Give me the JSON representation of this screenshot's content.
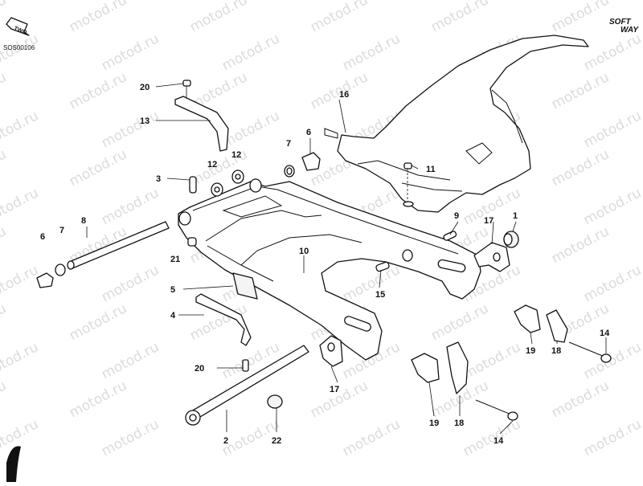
{
  "header": {
    "code": "SOS00106",
    "badge": "TWO"
  },
  "brand": {
    "line1": "SOFT",
    "line2": "WAY"
  },
  "watermark": {
    "text": "motod.ru"
  },
  "callouts": [
    {
      "id": "c20a",
      "num": "20"
    },
    {
      "id": "c13",
      "num": "13"
    },
    {
      "id": "c12a",
      "num": "12"
    },
    {
      "id": "c12b",
      "num": "12"
    },
    {
      "id": "c3",
      "num": "3"
    },
    {
      "id": "c16",
      "num": "16"
    },
    {
      "id": "c6a",
      "num": "6"
    },
    {
      "id": "c7a",
      "num": "7"
    },
    {
      "id": "c11",
      "num": "11"
    },
    {
      "id": "c9",
      "num": "9"
    },
    {
      "id": "c17a",
      "num": "17"
    },
    {
      "id": "c1",
      "num": "1"
    },
    {
      "id": "c6b",
      "num": "6"
    },
    {
      "id": "c7b",
      "num": "7"
    },
    {
      "id": "c8",
      "num": "8"
    },
    {
      "id": "c21",
      "num": "21"
    },
    {
      "id": "c10",
      "num": "10"
    },
    {
      "id": "c15",
      "num": "15"
    },
    {
      "id": "c5",
      "num": "5"
    },
    {
      "id": "c4",
      "num": "4"
    },
    {
      "id": "c20b",
      "num": "20"
    },
    {
      "id": "c17b",
      "num": "17"
    },
    {
      "id": "c2",
      "num": "2"
    },
    {
      "id": "c22",
      "num": "22"
    },
    {
      "id": "c19a",
      "num": "19"
    },
    {
      "id": "c18a",
      "num": "18"
    },
    {
      "id": "c14a",
      "num": "14"
    },
    {
      "id": "c19b",
      "num": "19"
    },
    {
      "id": "c18b",
      "num": "18"
    },
    {
      "id": "c14b",
      "num": "14"
    }
  ]
}
